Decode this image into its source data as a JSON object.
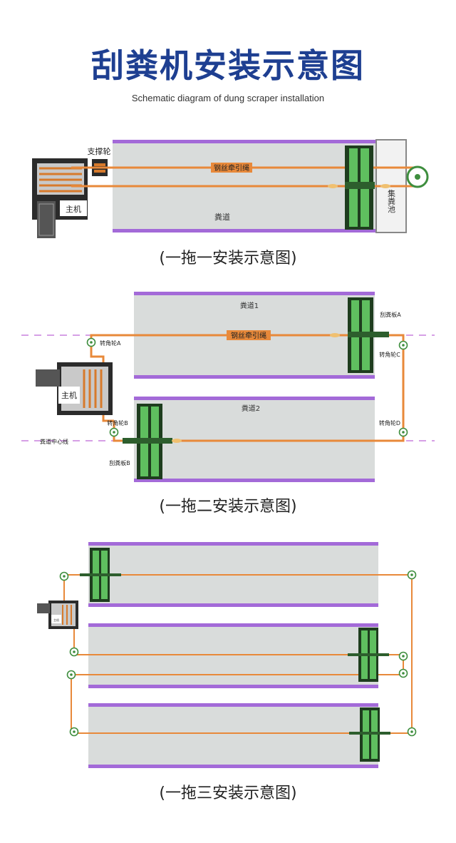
{
  "title": "刮粪机安装示意图",
  "subtitle": "Schematic diagram of dung scraper installation",
  "colors": {
    "rope": "#e8893a",
    "lane": "#d9dcdb",
    "lane_edge": "#a36ad8",
    "scraper": "#3e8e3e",
    "title": "#1e3f91",
    "dash": "#d6a0e6"
  },
  "diagram1": {
    "caption": "(一拖一安装示意图)",
    "support_wheel": "支撑轮",
    "rope_label": "钢丝牵引绳",
    "main_machine": "主机",
    "lane": "粪道",
    "pit": "集粪池"
  },
  "diagram2": {
    "caption": "(一拖二安装示意图)",
    "lane1": "粪道1",
    "lane2": "粪道2",
    "rope_label": "钢丝牵引绳",
    "main_machine": "主机",
    "wheel_a": "转角轮A",
    "wheel_b": "转角轮B",
    "wheel_c": "转角轮C",
    "wheel_d": "转角轮D",
    "scraper_a": "刮粪板A",
    "scraper_b": "刮粪板B",
    "center_line": "粪道中心线"
  },
  "diagram3": {
    "caption": "(一拖三安装示意图)",
    "main_machine": "主机"
  }
}
